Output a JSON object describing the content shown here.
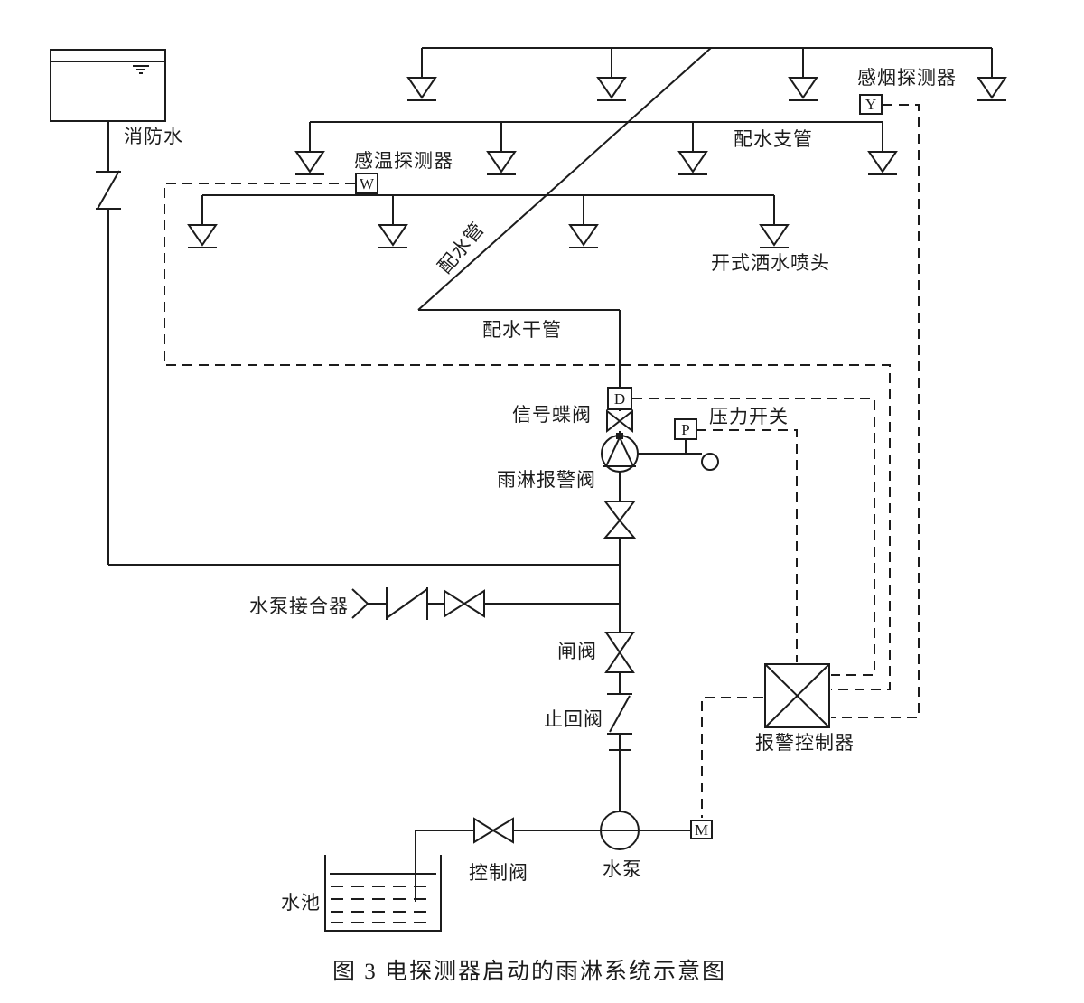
{
  "figure": {
    "caption": "图 3  电探测器启动的雨淋系统示意图"
  },
  "colors": {
    "line": "#1c1c1c",
    "background": "#ffffff"
  },
  "labels": {
    "fire_water": "消防水",
    "heat_detector": "感温探测器",
    "smoke_detector": "感烟探测器",
    "branch_pipe": "配水支管",
    "distribution_pipe": "配水管",
    "distribution_main": "配水干管",
    "signal_butterfly_valve": "信号蝶阀",
    "pressure_switch": "压力开关",
    "deluge_alarm_valve": "雨淋报警阀",
    "pump_coupler": "水泵接合器",
    "gate_valve": "闸阀",
    "check_valve": "止回阀",
    "alarm_controller": "报警控制器",
    "control_valve": "控制阀",
    "water_pump": "水泵",
    "water_pool": "水池",
    "open_sprinkler": "开式洒水喷头"
  },
  "device_codes": {
    "heat": "W",
    "smoke": "Y",
    "butterfly": "D",
    "pressure": "P",
    "motor": "M"
  }
}
